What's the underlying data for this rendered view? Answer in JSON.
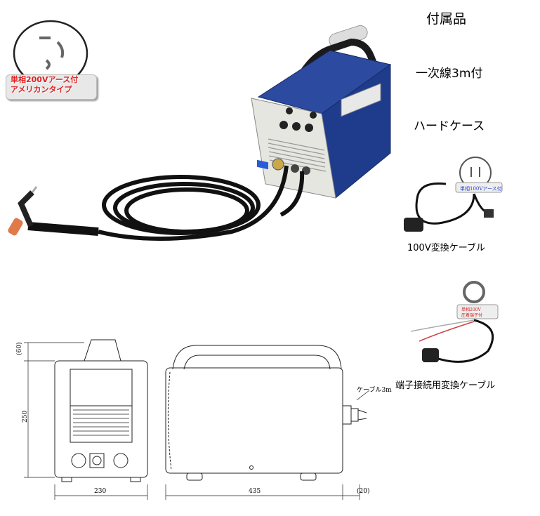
{
  "accessories": {
    "title": "付属品",
    "item1": "一次線3m付",
    "item2": "ハードケース"
  },
  "plug_badge": {
    "line1": "単相200Vアース付",
    "line2": "アメリカンタイプ"
  },
  "cable_100v": {
    "caption": "100V変換ケーブル",
    "tag": "単相100Vアース付"
  },
  "cable_terminal": {
    "caption": "端子接続用変換ケーブル",
    "tag_line1": "単相200V",
    "tag_line2": "圧着端子付"
  },
  "drawing": {
    "dim_height": "250",
    "dim_top": "(60)",
    "dim_front_width": "230",
    "dim_side_length": "435",
    "dim_rear": "(20)",
    "cable_label": "ケーブル3m"
  },
  "colors": {
    "machine_blue": "#1f3c8c",
    "machine_panel": "#e6e6e0",
    "badge_red": "#d22222"
  }
}
